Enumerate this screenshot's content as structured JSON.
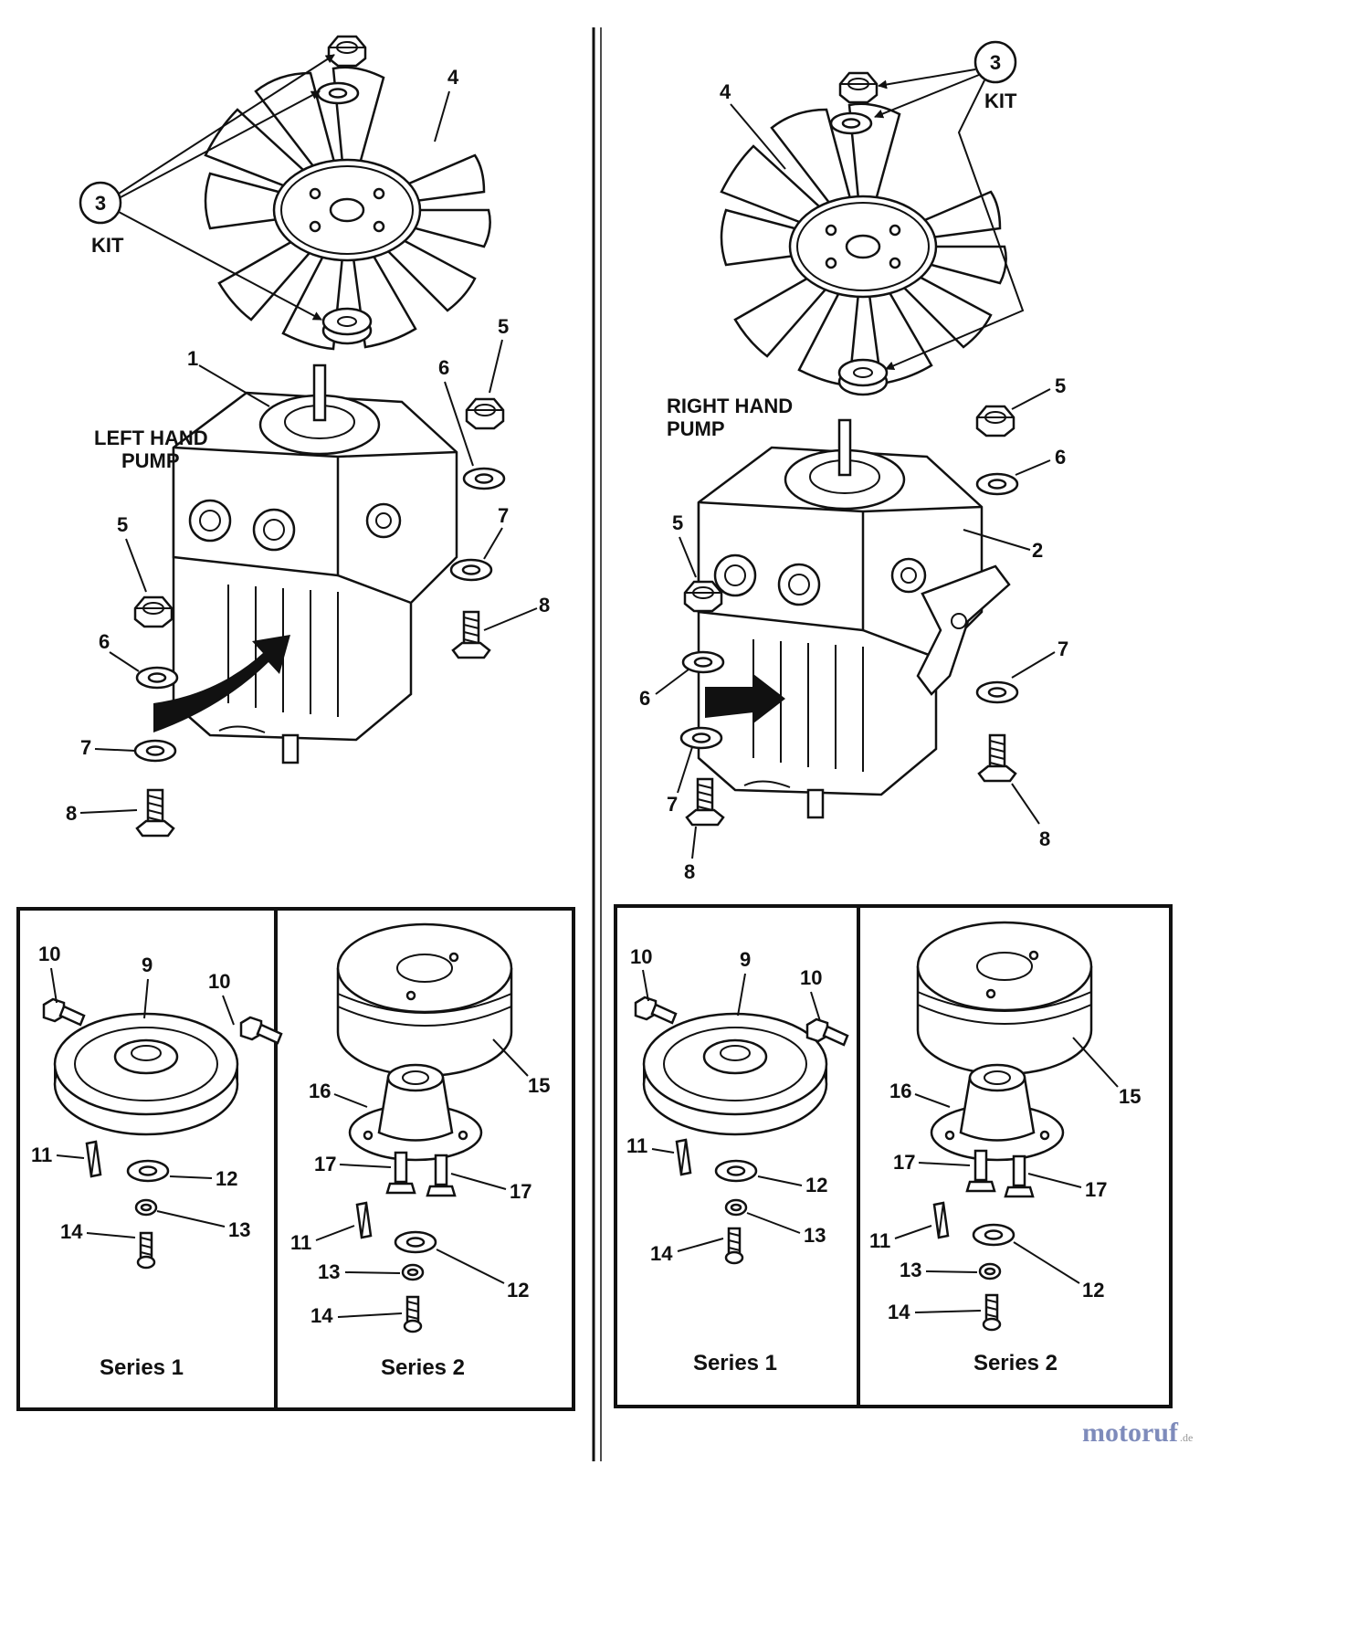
{
  "left_panel": {
    "title_line1": "LEFT HAND",
    "title_line2": "PUMP",
    "kit_callout": "3",
    "kit_label": "KIT",
    "labels": {
      "l1": "1",
      "l4": "4",
      "l5a": "5",
      "l5b": "5",
      "l6a": "6",
      "l6b": "6",
      "l7a": "7",
      "l7b": "7",
      "l8a": "8",
      "l8b": "8"
    },
    "series1": {
      "caption": "Series 1",
      "labels": {
        "l9": "9",
        "l10a": "10",
        "l10b": "10",
        "l11": "11",
        "l12": "12",
        "l13": "13",
        "l14": "14"
      }
    },
    "series2": {
      "caption": "Series 2",
      "labels": {
        "l15": "15",
        "l16": "16",
        "l17a": "17",
        "l17b": "17",
        "l11": "11",
        "l12": "12",
        "l13": "13",
        "l14": "14"
      }
    }
  },
  "right_panel": {
    "title_line1": "RIGHT HAND",
    "title_line2": "PUMP",
    "kit_callout": "3",
    "kit_label": "KIT",
    "labels": {
      "l2": "2",
      "l4": "4",
      "l5a": "5",
      "l5b": "5",
      "l6a": "6",
      "l6b": "6",
      "l7a": "7",
      "l7b": "7",
      "l8a": "8",
      "l8b": "8"
    },
    "series1": {
      "caption": "Series 1",
      "labels": {
        "l9": "9",
        "l10a": "10",
        "l10b": "10",
        "l11": "11",
        "l12": "12",
        "l13": "13",
        "l14": "14"
      }
    },
    "series2": {
      "caption": "Series 2",
      "labels": {
        "l15": "15",
        "l16": "16",
        "l17a": "17",
        "l17b": "17",
        "l11": "11",
        "l12": "12",
        "l13": "13",
        "l14": "14"
      }
    }
  },
  "watermark": {
    "brand": "motoruf",
    "suffix": ".de"
  },
  "colors": {
    "ink": "#111111",
    "paper": "#ffffff",
    "watermark_blue": "#2a3f8f",
    "watermark_red": "#c0392b"
  }
}
